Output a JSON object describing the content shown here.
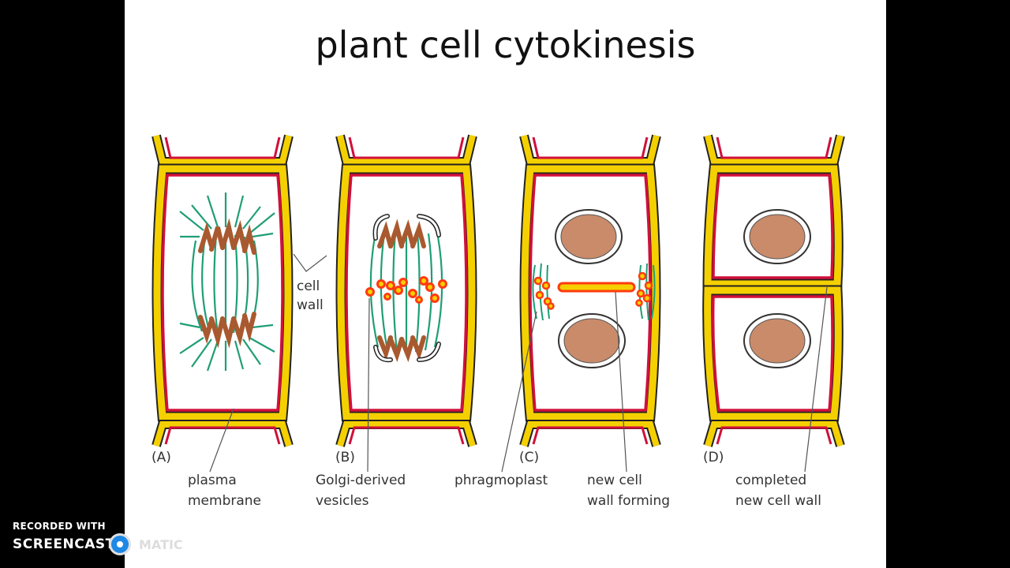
{
  "title": "plant cell cytokinesis",
  "panels": [
    {
      "label": "(A)"
    },
    {
      "label": "(B)"
    },
    {
      "label": "(C)"
    },
    {
      "label": "(D)"
    }
  ],
  "labels": {
    "cell_wall_1": "cell",
    "cell_wall_2": "wall",
    "plasma_1": "plasma",
    "plasma_2": "membrane",
    "golgi_1": "Golgi-derived",
    "golgi_2": "vesicles",
    "phragmoplast": "phragmoplast",
    "newwall_1": "new cell",
    "newwall_2": "wall forming",
    "completed_1": "completed",
    "completed_2": "new cell wall"
  },
  "colors": {
    "wall": "#f5d000",
    "wall_edge": "#222222",
    "membrane": "#d0103a",
    "spindle": "#1f9e76",
    "chromosome": "#a9592f",
    "nucleus": "#c98b6a",
    "vesicle": "#ff3b10"
  },
  "watermark": {
    "recorded_with": "RECORDED WITH",
    "brand": "SCREENCAST",
    "brand_suffix": "MATIC",
    "logo": "screencast-o-matic-logo-icon"
  }
}
